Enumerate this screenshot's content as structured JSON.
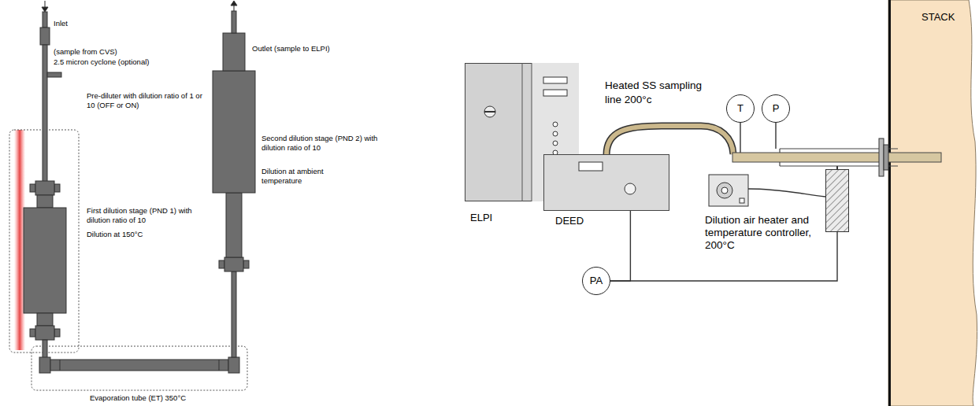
{
  "diagram": {
    "nodes": [
      {
        "text": [
          "ELPI"
        ]
      },
      {
        "text": [
          "DEED"
        ]
      },
      {
        "text": [
          "T"
        ]
      },
      {
        "text": [
          "P"
        ]
      },
      {
        "text": [
          "Dilution air heater and temperature controller, 200°C"
        ]
      },
      {
        "text": [
          "PA"
        ]
      },
      {
        "text": [
          "STACK"
        ]
      }
    ],
    "edges": [
      {
        "from": 1,
        "to": 5,
        "arrow": "none"
      },
      {
        "from": 5,
        "to": 4,
        "arrow": "none"
      }
    ],
    "labels": [
      "Inlet",
      "(sample from CVS)",
      "2.5 micron cyclone (optional)",
      "Pre-diluter with dilution ratio of 1 or 10 (OFF or ON)",
      "First dilution stage (PND 1) with dilution ratio of 10",
      "Dilution at 150°C",
      "Outlet (sample to ELPI)",
      "Second dilution stage (PND 2) with dilution ratio of 10",
      "Dilution at ambient temperature",
      "Evaporation tube (ET) 350°C",
      "Heated SS sampling line 200°c"
    ]
  }
}
